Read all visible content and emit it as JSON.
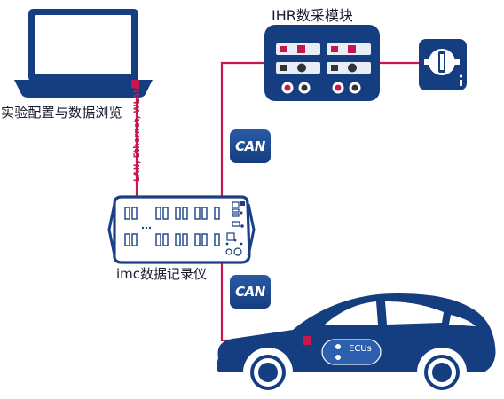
{
  "labels": {
    "laptop": "实验配置与数据浏览",
    "module": "IHR数采模块",
    "logger": "imc数据记录仪",
    "link": "LAN, Ethernet, WLAN",
    "can_top": "CAN",
    "can_bottom": "CAN",
    "ecu": "ECUs"
  },
  "colors": {
    "device_blue": "#153e80",
    "device_stroke": "#1b3f86",
    "link_red": "#c8174d",
    "screen_fill": "#ffffff"
  },
  "icons": [
    "laptop-icon",
    "ihr-module-icon",
    "sensor-icon",
    "data-logger-icon",
    "car-icon",
    "can-badge-icon"
  ]
}
